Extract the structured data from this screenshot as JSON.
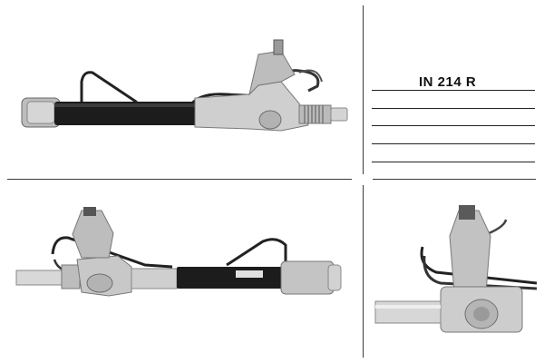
{
  "catalog": {
    "part_code": "IN 214 R",
    "rule_count": 5
  },
  "colors": {
    "divider": "#3a3a3a",
    "metal_light": "#d9d9d9",
    "metal_mid": "#a8a8a8",
    "metal_dark": "#6e6e6e",
    "tube_black": "#1c1c1c"
  },
  "views": [
    {
      "name": "top-view"
    },
    {
      "name": "bottom-view"
    },
    {
      "name": "detail-view"
    }
  ]
}
